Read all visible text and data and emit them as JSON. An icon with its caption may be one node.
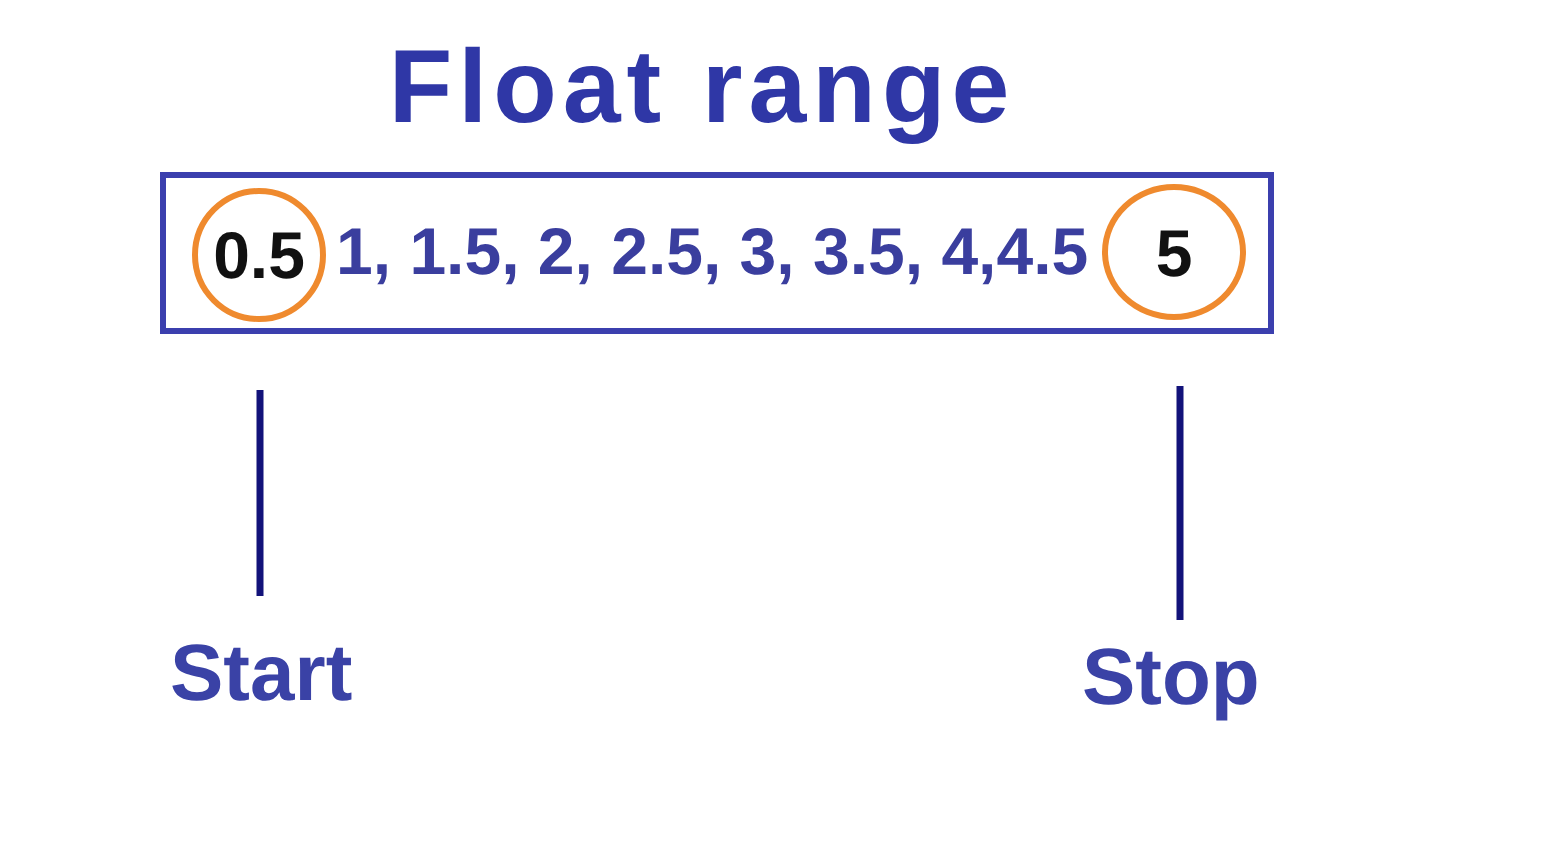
{
  "diagram": {
    "title": "Float range",
    "nodes": [
      {
        "text": [
          "1, 1.5, 2, 2.5, 3, 3.5, 4,4.5"
        ]
      },
      {
        "text": [
          "0.5"
        ],
        "in": 0
      },
      {
        "text": [
          "5"
        ],
        "in": 0
      },
      {
        "text": [
          "Start"
        ]
      },
      {
        "text": [
          "Stop"
        ]
      }
    ],
    "edges": [
      {
        "from": 3,
        "to": 1,
        "arrow": "none"
      },
      {
        "from": 4,
        "to": 2,
        "arrow": "none"
      }
    ]
  }
}
